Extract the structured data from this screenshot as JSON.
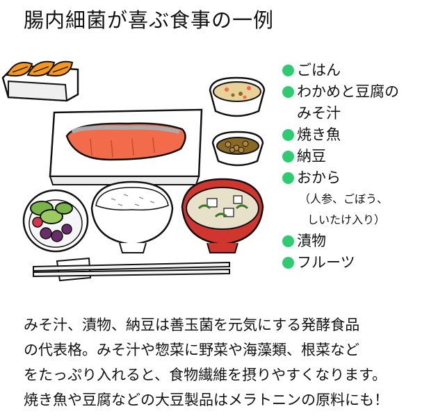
{
  "title": "腸内細菌が喜ぶ食事の一例",
  "legend": {
    "dot_color": "#2ecc71",
    "items": [
      {
        "lines": [
          "ごはん"
        ]
      },
      {
        "lines": [
          "わかめと豆腐の",
          "みそ汁"
        ]
      },
      {
        "lines": [
          "焼き魚"
        ]
      },
      {
        "lines": [
          "納豆"
        ]
      },
      {
        "lines": [
          "おから"
        ],
        "notes": [
          "（人参、ごぼう、",
          "しいたけ入り）"
        ]
      },
      {
        "lines": [
          "漬物"
        ]
      },
      {
        "lines": [
          "フルーツ"
        ]
      }
    ]
  },
  "description": [
    "みそ汁、漬物、納豆は善玉菌を元気にする発酵食品",
    "の代表格。みそ汁や惣菜に野菜や海藻類、根菜など",
    "をたっぷり入れると、食物繊維を摂りやすくなります。",
    "焼き魚や豆腐などの大豆製品はメラトニンの原料にも！"
  ],
  "colors": {
    "salmon": "#f26b4a",
    "orange": "#f5961e",
    "soup_bowl": "#d0362e",
    "bean": "#8a6a22",
    "okara": "#e8d29a",
    "leaf_green": "#78b446",
    "grape": "#6a2c6a"
  }
}
